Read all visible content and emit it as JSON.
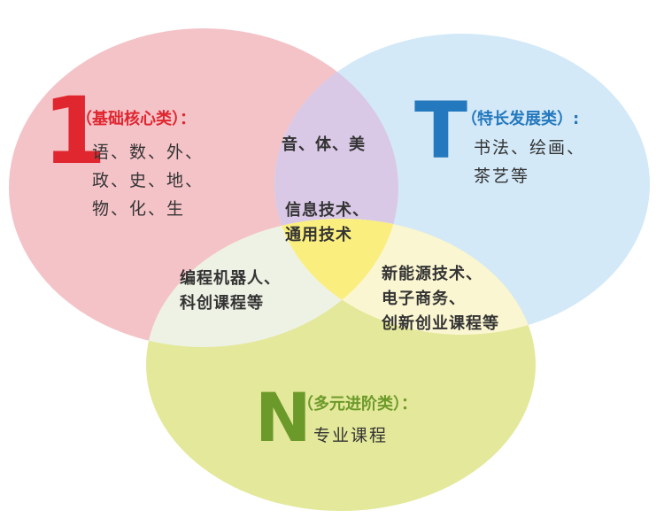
{
  "colors": {
    "circle_1": "#f4c3c8",
    "circle_t": "#d3e9f8",
    "circle_n": "#e4e89a",
    "overlap_1t": "#d9c9e6",
    "overlap_1n": "#eef2e4",
    "overlap_tn": "#fbf6d2",
    "overlap_center": "#faee7e",
    "red": "#e0262f",
    "blue": "#2478bd",
    "green": "#6c9a2a"
  },
  "circle_1": {
    "letter": "1",
    "title": "（基础核心类）：",
    "body": "语、数、外、\n政、史、地、\n物、化、生"
  },
  "circle_t": {
    "letter": "T",
    "title": "（特长发展类）:",
    "body": "书法、绘画、\n茶艺等"
  },
  "circle_n": {
    "letter": "N",
    "title": "（多元进阶类）：",
    "body": "专业课程"
  },
  "overlap_1t": {
    "text": "音、体、美"
  },
  "overlap_center": {
    "text": "信息技术、\n通用技术"
  },
  "overlap_1n": {
    "text": "编程机器人、\n科创课程等"
  },
  "overlap_tn": {
    "text": "新能源技术、\n电子商务、\n创新创业课程等"
  }
}
